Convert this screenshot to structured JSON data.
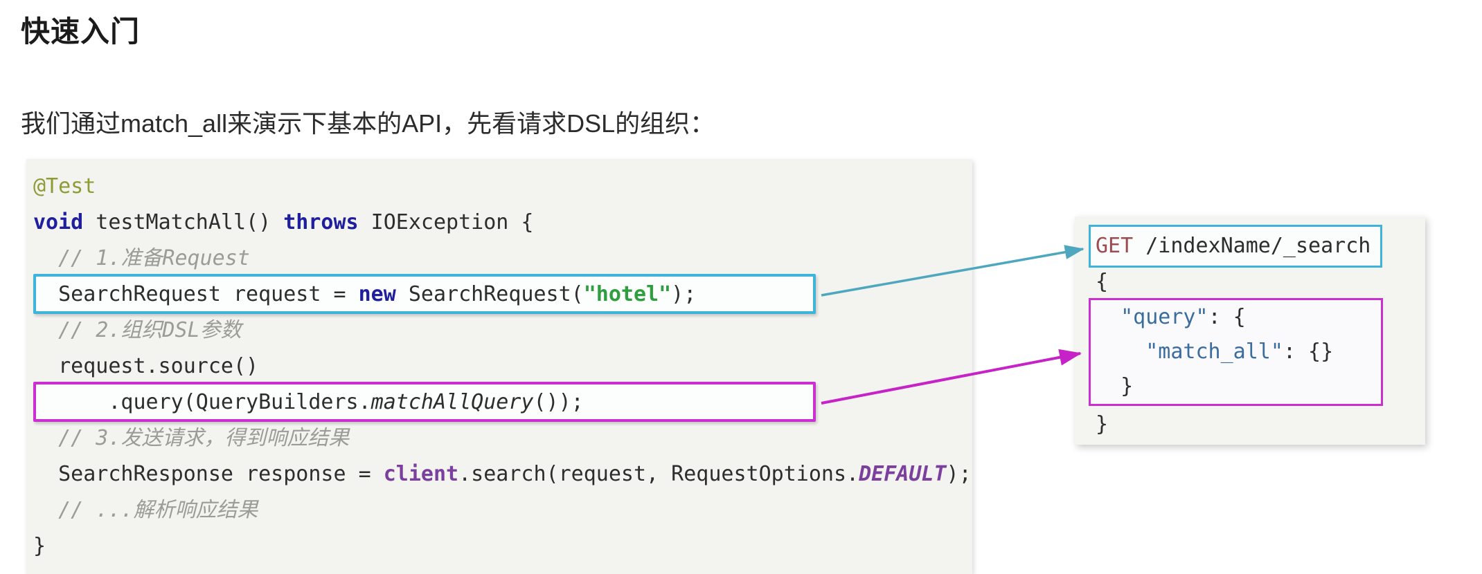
{
  "page": {
    "heading": "快速入门",
    "intro": "我们通过match_all来演示下基本的API，先看请求DSL的组织："
  },
  "colors": {
    "accent_blue_box": "#3eb3dc",
    "accent_magenta_box": "#cb2fd2",
    "arrow_cyan": "#4fa7bf",
    "arrow_magenta": "#c622c8",
    "code_block_bg": "#f3f3ef"
  },
  "java": {
    "lines": [
      [
        {
          "c": "ann",
          "t": "@Test"
        }
      ],
      [
        {
          "c": "kw",
          "t": "void"
        },
        {
          "c": "p",
          "t": " testMatchAll() "
        },
        {
          "c": "kw",
          "t": "throws"
        },
        {
          "c": "p",
          "t": " IOException {"
        }
      ],
      [
        {
          "c": "cmt",
          "t": "  // 1.准备Request"
        }
      ],
      [
        {
          "c": "p",
          "t": "  SearchRequest request = "
        },
        {
          "c": "kw",
          "t": "new"
        },
        {
          "c": "p",
          "t": " SearchRequest("
        },
        {
          "c": "str",
          "t": "\"hotel\""
        },
        {
          "c": "p",
          "t": ");"
        }
      ],
      [
        {
          "c": "cmt",
          "t": "  // 2.组织DSL参数"
        }
      ],
      [
        {
          "c": "p",
          "t": "  request.source()"
        }
      ],
      [
        {
          "c": "p",
          "t": "      .query(QueryBuilders."
        },
        {
          "c": "ital",
          "t": "matchAllQuery"
        },
        {
          "c": "p",
          "t": "());"
        }
      ],
      [
        {
          "c": "cmt",
          "t": "  // 3.发送请求，得到响应结果"
        }
      ],
      [
        {
          "c": "p",
          "t": "  SearchResponse response = "
        },
        {
          "c": "field",
          "t": "client"
        },
        {
          "c": "p",
          "t": ".search(request, RequestOptions."
        },
        {
          "c": "const",
          "t": "DEFAULT"
        },
        {
          "c": "p",
          "t": ");"
        }
      ],
      [
        {
          "c": "cmt",
          "t": "  // ...解析响应结果"
        }
      ],
      [
        {
          "c": "p",
          "t": "}"
        }
      ]
    ]
  },
  "dsl": {
    "get_line": [
      {
        "c": "http",
        "t": "GET"
      },
      {
        "c": "p",
        "t": " /indexName/_search"
      }
    ],
    "open_brace": [
      {
        "c": "p",
        "t": "{"
      }
    ],
    "query_line": [
      {
        "c": "p",
        "t": "  "
      },
      {
        "c": "key",
        "t": "\"query\""
      },
      {
        "c": "p",
        "t": ": {"
      }
    ],
    "match_all_line": [
      {
        "c": "p",
        "t": "    "
      },
      {
        "c": "key",
        "t": "\"match_all\""
      },
      {
        "c": "p",
        "t": ": {}"
      }
    ],
    "query_close": [
      {
        "c": "p",
        "t": "  }"
      }
    ],
    "close_brace": [
      {
        "c": "p",
        "t": "}"
      }
    ]
  }
}
